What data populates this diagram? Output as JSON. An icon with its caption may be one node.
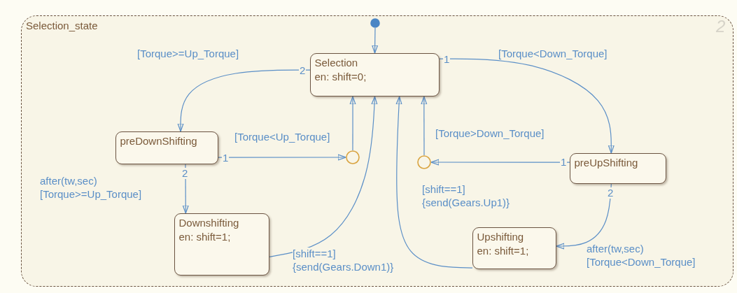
{
  "diagram": {
    "nodes": [
      {
        "text": [
          "Selection_state"
        ]
      },
      {
        "text": [],
        "shape": "circle",
        "in": 0
      },
      {
        "text": [
          "Selection",
          "en: shift=0;"
        ],
        "in": 0
      },
      {
        "text": [
          "preDownShifting"
        ],
        "in": 0
      },
      {
        "text": [],
        "shape": "circle",
        "in": 0
      },
      {
        "text": [],
        "shape": "circle",
        "in": 0
      },
      {
        "text": [
          "preUpShifting"
        ],
        "in": 0
      },
      {
        "text": [
          "Downshifting",
          "en: shift=1;"
        ],
        "in": 0
      },
      {
        "text": [
          "Upshifting",
          "en: shift=1;"
        ],
        "in": 0
      }
    ],
    "edges": [
      {
        "from": 1,
        "to": 2,
        "arrow": "to"
      },
      {
        "from": 2,
        "to": 3,
        "arrow": "to",
        "label": "[Torque>=Up_Torque]"
      },
      {
        "from": 2,
        "to": 6,
        "arrow": "to",
        "label": "[Torque<Down_Torque]"
      },
      {
        "from": 3,
        "to": 4,
        "arrow": "to",
        "label": "[Torque<Up_Torque]"
      },
      {
        "from": 4,
        "to": 2,
        "arrow": "to"
      },
      {
        "from": 6,
        "to": 5,
        "arrow": "to",
        "label": "[Torque>Down_Torque]"
      },
      {
        "from": 5,
        "to": 2,
        "arrow": "to"
      },
      {
        "from": 3,
        "to": 7,
        "arrow": "to",
        "label": "after(tw,sec) [Torque>=Up_Torque]"
      },
      {
        "from": 6,
        "to": 8,
        "arrow": "to",
        "label": "after(tw,sec) [Torque<Down_Torque]"
      },
      {
        "from": 7,
        "to": 2,
        "arrow": "to",
        "label": "[shift==1] {send(Gears.Down1)}"
      },
      {
        "from": 8,
        "to": 2,
        "arrow": "to",
        "label": "[shift==1] {send(Gears.Up1)}"
      }
    ],
    "labels": [
      "2",
      "2",
      "1",
      "1",
      "1",
      "2",
      "2"
    ]
  }
}
